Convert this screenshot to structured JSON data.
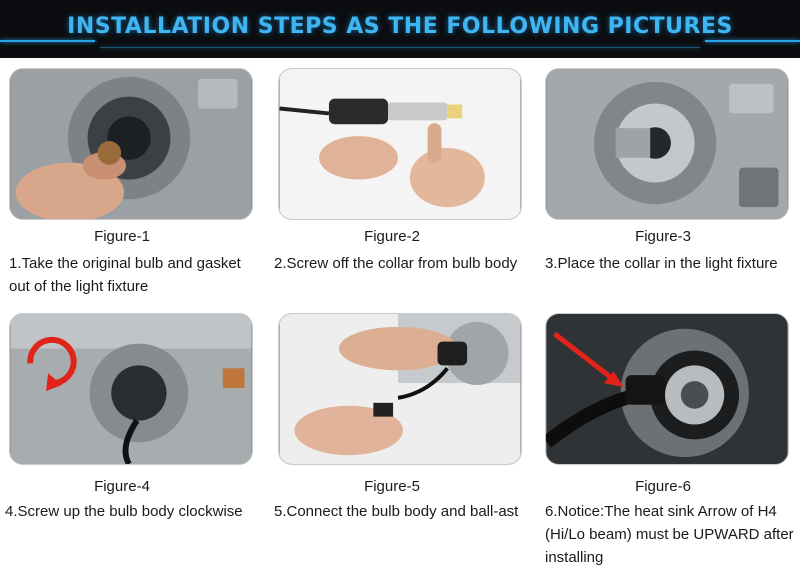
{
  "header": {
    "title": "INSTALLATION STEPS AS THE FOLLOWING PICTURES"
  },
  "figures": [
    {
      "caption": "Figure-1",
      "text": "1.Take the original bulb and gasket out of the light fixture"
    },
    {
      "caption": "Figure-2",
      "text": "2.Screw off the collar from bulb body"
    },
    {
      "caption": "Figure-3",
      "text": "3.Place the collar in the light fixture"
    },
    {
      "caption": "Figure-4",
      "text": "4.Screw up the bulb body clockwise"
    },
    {
      "caption": "Figure-5",
      "text": "5.Connect the bulb body and ball-ast"
    },
    {
      "caption": "Figure-6",
      "text": "6.Notice:The heat sink Arrow of H4 (Hi/Lo beam) must be UPWARD after installing"
    }
  ],
  "colors": {
    "banner": "#0b0d10",
    "accent": "#3fb6f2",
    "arrow": "#e2231a"
  }
}
